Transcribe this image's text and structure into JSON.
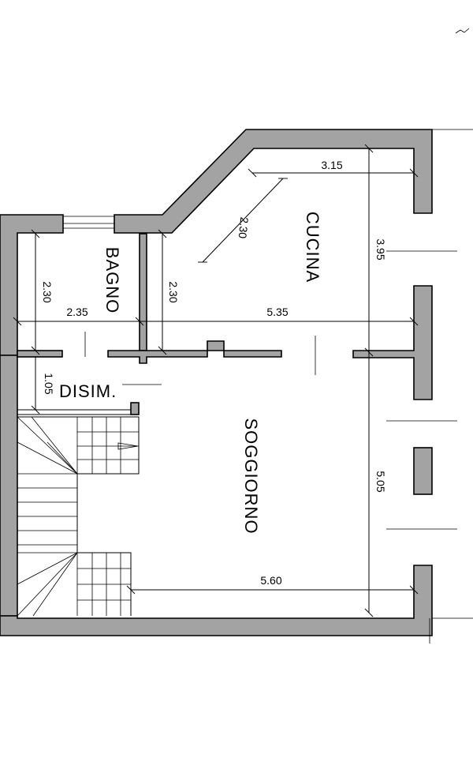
{
  "rooms": {
    "cucina": "CUCINA",
    "bagno": "BAGNO",
    "disim": "DISIM.",
    "soggiorno": "SOGGIORNO"
  },
  "dimensions": {
    "kitchen_width": "3.15",
    "kitchen_diagonal": "2.30",
    "right_upper_height": "3.95",
    "bagno_height": "2.30",
    "kitchen_left_height": "2.30",
    "bagno_width": "2.35",
    "kitchen_full_width": "5.35",
    "disim_height": "1.05",
    "right_lower_height": "5.05",
    "soggiorno_width": "5.60"
  }
}
